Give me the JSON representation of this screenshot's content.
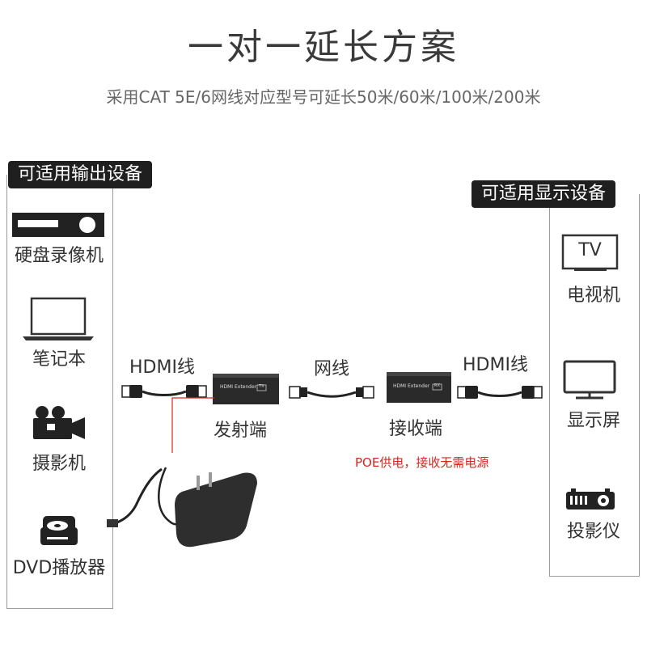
{
  "title": "一对一延长方案",
  "subtitle": "采用CAT 5E/6网线对应型号可延长50米/60米/100米/200米",
  "left_panel": {
    "header": "可适用输出设备",
    "devices": [
      {
        "label": "硬盘录像机",
        "icon": "dvr-icon"
      },
      {
        "label": "笔记本",
        "icon": "laptop-icon"
      },
      {
        "label": "摄影机",
        "icon": "camera-icon"
      },
      {
        "label": "DVD播放器",
        "icon": "dvd-icon"
      }
    ]
  },
  "right_panel": {
    "header": "可适用显示设备",
    "devices": [
      {
        "label": "电视机",
        "icon": "tv-icon",
        "icon_text": "TV"
      },
      {
        "label": "显示屏",
        "icon": "monitor-icon"
      },
      {
        "label": "投影仪",
        "icon": "projector-icon"
      }
    ]
  },
  "cables": {
    "hdmi_left": "HDMI线",
    "network": "网线",
    "hdmi_right": "HDMI线"
  },
  "extenders": {
    "transmitter_label": "发射端",
    "receiver_label": "接收端",
    "device_text": "HDMI Extender",
    "tx_badge": "TX",
    "rx_badge": "RX"
  },
  "poe_note": "POE供电，接收无需电源",
  "colors": {
    "pill_bg": "#1f1f1f",
    "panel_border": "#9a9a9a",
    "poe_text": "#d8261e",
    "power_line": "#d8261e"
  }
}
